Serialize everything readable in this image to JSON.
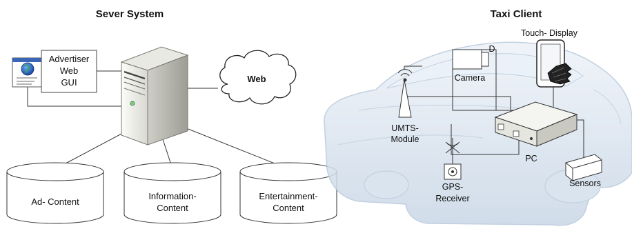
{
  "server": {
    "title": "Sever System",
    "advertiser_gui": [
      "Advertiser",
      "Web",
      "GUI"
    ],
    "web": "Web",
    "databases": [
      {
        "lines": [
          "Ad- Content"
        ]
      },
      {
        "lines": [
          "Information-",
          "Content"
        ]
      },
      {
        "lines": [
          "Entertainment-",
          "Content"
        ]
      }
    ]
  },
  "client": {
    "title": "Taxi Client",
    "touch_display": "Touch- Display",
    "camera": "Camera",
    "camera_glyph": "D",
    "umts": [
      "UMTS-",
      "Module"
    ],
    "gps": [
      "GPS-",
      "Receiver"
    ],
    "pc": "PC",
    "sensors": "Sensors"
  },
  "colors": {
    "car_fill": "#dbe6f1",
    "car_stroke": "#b7c8db",
    "server_body": "#f2f2ee",
    "line": "#333333"
  }
}
